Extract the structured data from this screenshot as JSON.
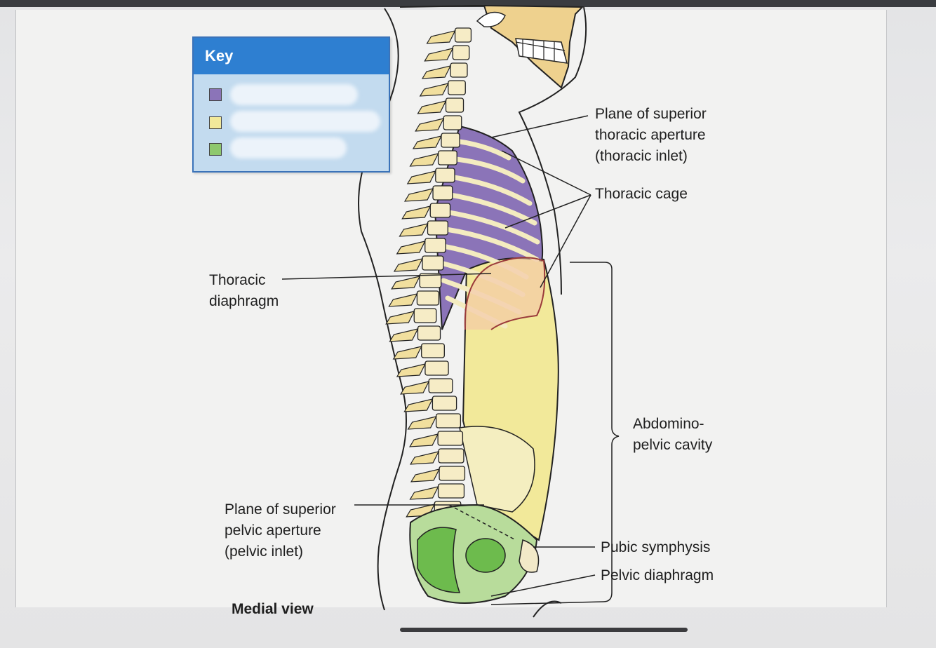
{
  "key": {
    "title": "Key",
    "items": [
      {
        "color": "#8b74b8"
      },
      {
        "color": "#f2e99a"
      },
      {
        "color": "#8ec86e"
      }
    ]
  },
  "labels": {
    "plane_superior_thoracic_line1": "Plane of superior",
    "plane_superior_thoracic_line2": "thoracic aperture",
    "plane_superior_thoracic_line3": "(thoracic inlet)",
    "thoracic_cage": "Thoracic cage",
    "thoracic_diaphragm_line1": "Thoracic",
    "thoracic_diaphragm_line2": "diaphragm",
    "abdominopelvic_line1": "Abdomino-",
    "abdominopelvic_line2": "pelvic cavity",
    "plane_superior_pelvic_line1": "Plane of superior",
    "plane_superior_pelvic_line2": "pelvic aperture",
    "plane_superior_pelvic_line3": "(pelvic inlet)",
    "pubic_symphysis": "Pubic symphysis",
    "pelvic_diaphragm": "Pelvic diaphragm",
    "view": "Medial view"
  },
  "colors": {
    "thoracic": "#8b74b8",
    "abdominal": "#f2e99a",
    "pelvic": "#8ec86e",
    "bone": "#f4e2a8",
    "key_header": "#2e7fd1"
  }
}
